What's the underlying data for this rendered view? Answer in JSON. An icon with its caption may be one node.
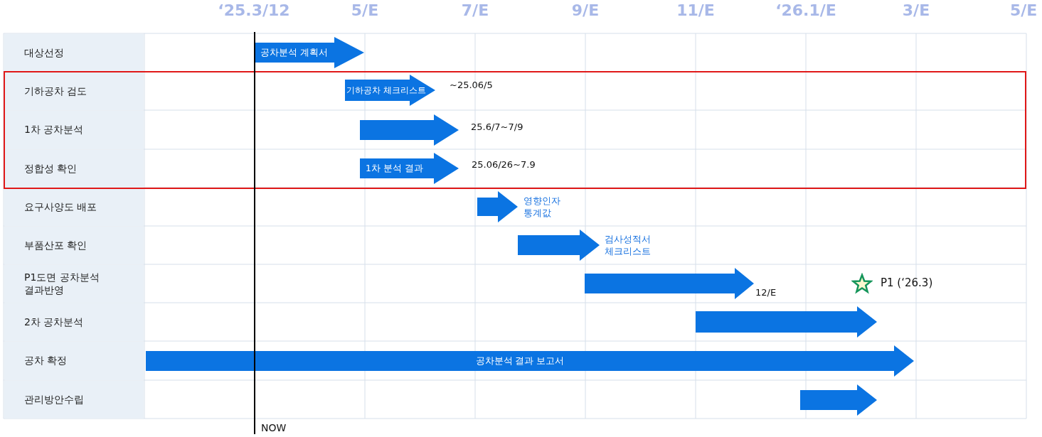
{
  "diagram": {
    "nodes": [
      {
        "text": [
          "대상선정"
        ]
      },
      {
        "text": [
          "기하공차 검도"
        ]
      },
      {
        "text": [
          "1차 공차분석"
        ]
      },
      {
        "text": [
          "정합성 확인"
        ]
      },
      {
        "text": [
          "요구사양도 배포"
        ]
      },
      {
        "text": [
          "부품산포 확인"
        ]
      },
      {
        "text": [
          "P1도면 공차분석 결과반영"
        ]
      },
      {
        "text": [
          "2차 공차분석"
        ]
      },
      {
        "text": [
          "공차 확정"
        ]
      },
      {
        "text": [
          "관리방안수립"
        ]
      },
      {
        "text": [
          "공차분석 계획서"
        ]
      },
      {
        "text": [
          "기하공차 체크리스트"
        ],
        "beside": [
          "~25.06/5"
        ]
      },
      {
        "text": [],
        "shape": "arrow",
        "beside": [
          "25.6/7~7/9"
        ]
      },
      {
        "text": [
          "1차 분석 결과"
        ],
        "beside": [
          "25.06/26~7.9"
        ]
      },
      {
        "text": [],
        "shape": "arrow",
        "beside": [
          "영향인자 통계값"
        ]
      },
      {
        "text": [],
        "shape": "arrow",
        "beside": [
          "검사성적서 체크리스트"
        ]
      },
      {
        "text": [],
        "shape": "arrow",
        "beside": [
          "12/E"
        ]
      },
      {
        "text": [],
        "shape": "arrow"
      },
      {
        "text": [
          "공차분석 결과 보고서"
        ]
      },
      {
        "text": [],
        "shape": "arrow"
      }
    ],
    "edges": [],
    "labels": [
      "‘25.3/12",
      "5/E",
      "7/E",
      "9/E",
      "11/E",
      "‘26.1/E",
      "3/E",
      "5/E",
      "P1 (‘26.3)",
      "NOW"
    ]
  }
}
